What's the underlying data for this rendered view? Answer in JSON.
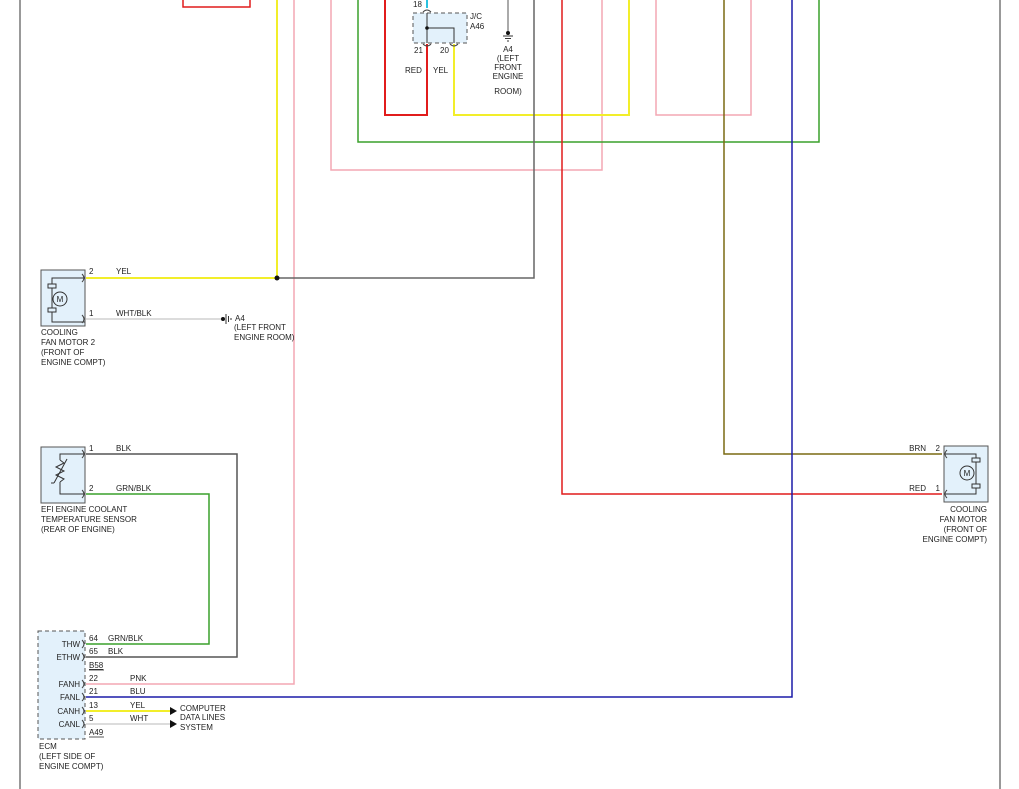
{
  "colors": {
    "yellow": "#f2ee2a",
    "pink": "#f4a7b4",
    "red": "#e11c1c",
    "green": "#3aa12b",
    "gray": "#666666",
    "brown": "#7a6a12",
    "blue": "#1b1ba8",
    "white_wire": "#b8b8b8",
    "component_fill": "#e3f1fb"
  },
  "junction": {
    "pin_top": "18",
    "label_line1": "J/C",
    "label_line2": "A46",
    "pin_left": "21",
    "pin_right": "20",
    "wire_left": "RED",
    "wire_right": "YEL"
  },
  "ground_top": {
    "id": "A4",
    "lines": [
      "(LEFT",
      "FRONT",
      "ENGINE",
      "ROOM)"
    ]
  },
  "fan_motor_2": {
    "pin_a": "2",
    "wire_a": "YEL",
    "pin_b": "1",
    "wire_b": "WHT/BLK",
    "symbol": "M",
    "label": [
      "COOLING",
      "FAN MOTOR 2",
      "(FRONT OF",
      "ENGINE COMPT)"
    ]
  },
  "ground_mid": {
    "id": "A4",
    "lines": [
      "(LEFT FRONT",
      "ENGINE ROOM)"
    ]
  },
  "sensor": {
    "pin_a": "1",
    "wire_a": "BLK",
    "pin_b": "2",
    "wire_b": "GRN/BLK",
    "label": [
      "EFI ENGINE COOLANT",
      "TEMPERATURE SENSOR",
      "(REAR OF ENGINE)"
    ]
  },
  "fan_motor": {
    "pin_a": "2",
    "wire_a": "BRN",
    "pin_b": "1",
    "wire_b": "RED",
    "symbol": "M",
    "label": [
      "COOLING",
      "FAN MOTOR",
      "(FRONT OF",
      "ENGINE COMPT)"
    ]
  },
  "ecm": {
    "connector_b": "B58",
    "connector_a": "A49",
    "pins": [
      {
        "name": "THW",
        "num": "64",
        "wire": "GRN/BLK"
      },
      {
        "name": "ETHW",
        "num": "65",
        "wire": "BLK"
      },
      {
        "name": "FANH",
        "num": "22",
        "wire": "PNK"
      },
      {
        "name": "FANL",
        "num": "21",
        "wire": "BLU"
      },
      {
        "name": "CANH",
        "num": "13",
        "wire": "YEL"
      },
      {
        "name": "CANL",
        "num": "5",
        "wire": "WHT"
      }
    ],
    "label": [
      "ECM",
      "(LEFT SIDE OF",
      "ENGINE COMPT)"
    ]
  },
  "computer_data": [
    "COMPUTER",
    "DATA LINES",
    "SYSTEM"
  ]
}
